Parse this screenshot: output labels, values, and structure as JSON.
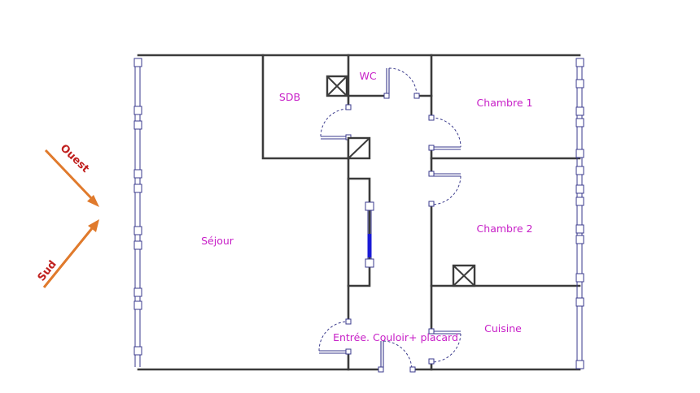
{
  "rooms": {
    "sejour": "Séjour",
    "sdb": "SDB",
    "wc": "WC",
    "chambre1": "Chambre 1",
    "chambre2": "Chambre 2",
    "cuisine": "Cuisine",
    "entree": "Entrée. Couloir+ placard"
  },
  "orientation": {
    "ouest": "Ouest",
    "sud": "Sud"
  },
  "colors": {
    "room_label": "#c71fc7",
    "orientation_label": "#c0201e",
    "orientation_arrow": "#e07a2c",
    "walls": "#3b3b3b",
    "openings": "#3a3a8c"
  }
}
